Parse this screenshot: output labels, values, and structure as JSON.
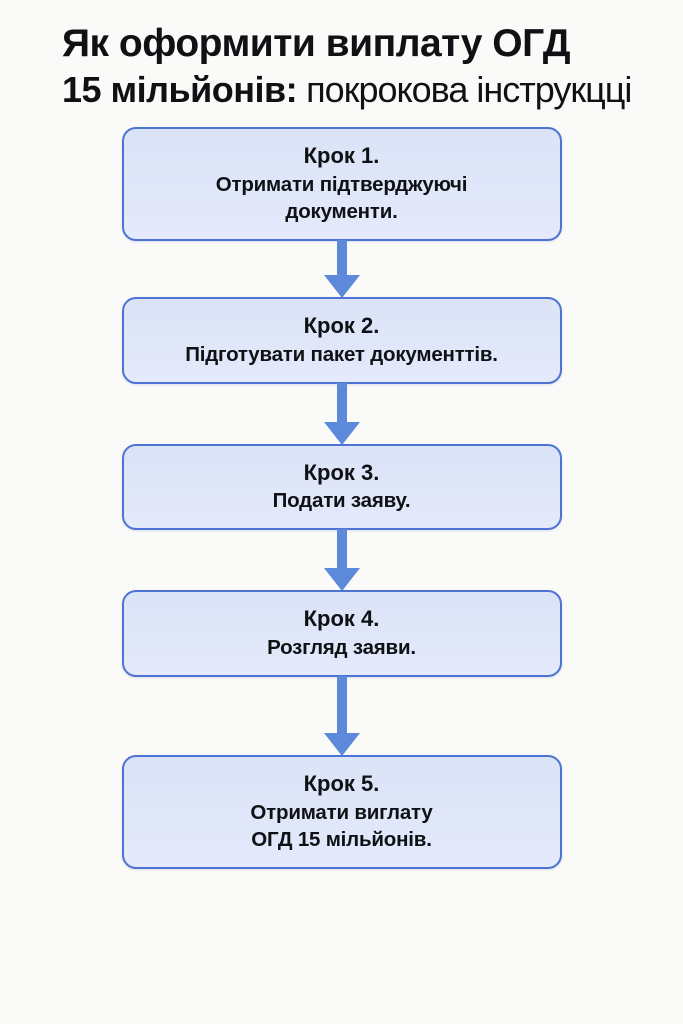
{
  "title": {
    "line1": "Як оформити виплату ОГД",
    "line2_bold": "15 мільйонів:",
    "line2_regular": " покрокова інструкцці"
  },
  "flowchart": {
    "type": "flowchart",
    "direction": "top-down",
    "connector": "down-arrow",
    "steps": [
      {
        "heading": "Крок 1.",
        "body": "Отримати підтверджуючі\nдокументи."
      },
      {
        "heading": "Крок 2.",
        "body": "Підготувати пакет документтів."
      },
      {
        "heading": "Крок 3.",
        "body": "Подати заяву."
      },
      {
        "heading": "Крок 4.",
        "body": "Розгляд заяви."
      },
      {
        "heading": "Крок 5.",
        "body": "Отримати виглату\nОГД 15 мільйонів."
      }
    ]
  },
  "theme": {
    "background": "#fafaf8",
    "box_fill": "#dbe3f7",
    "box_fill_light": "#e4eafb",
    "box_border": "#4d73d3",
    "arrow": "#5d89da",
    "text": "#0f1115"
  }
}
